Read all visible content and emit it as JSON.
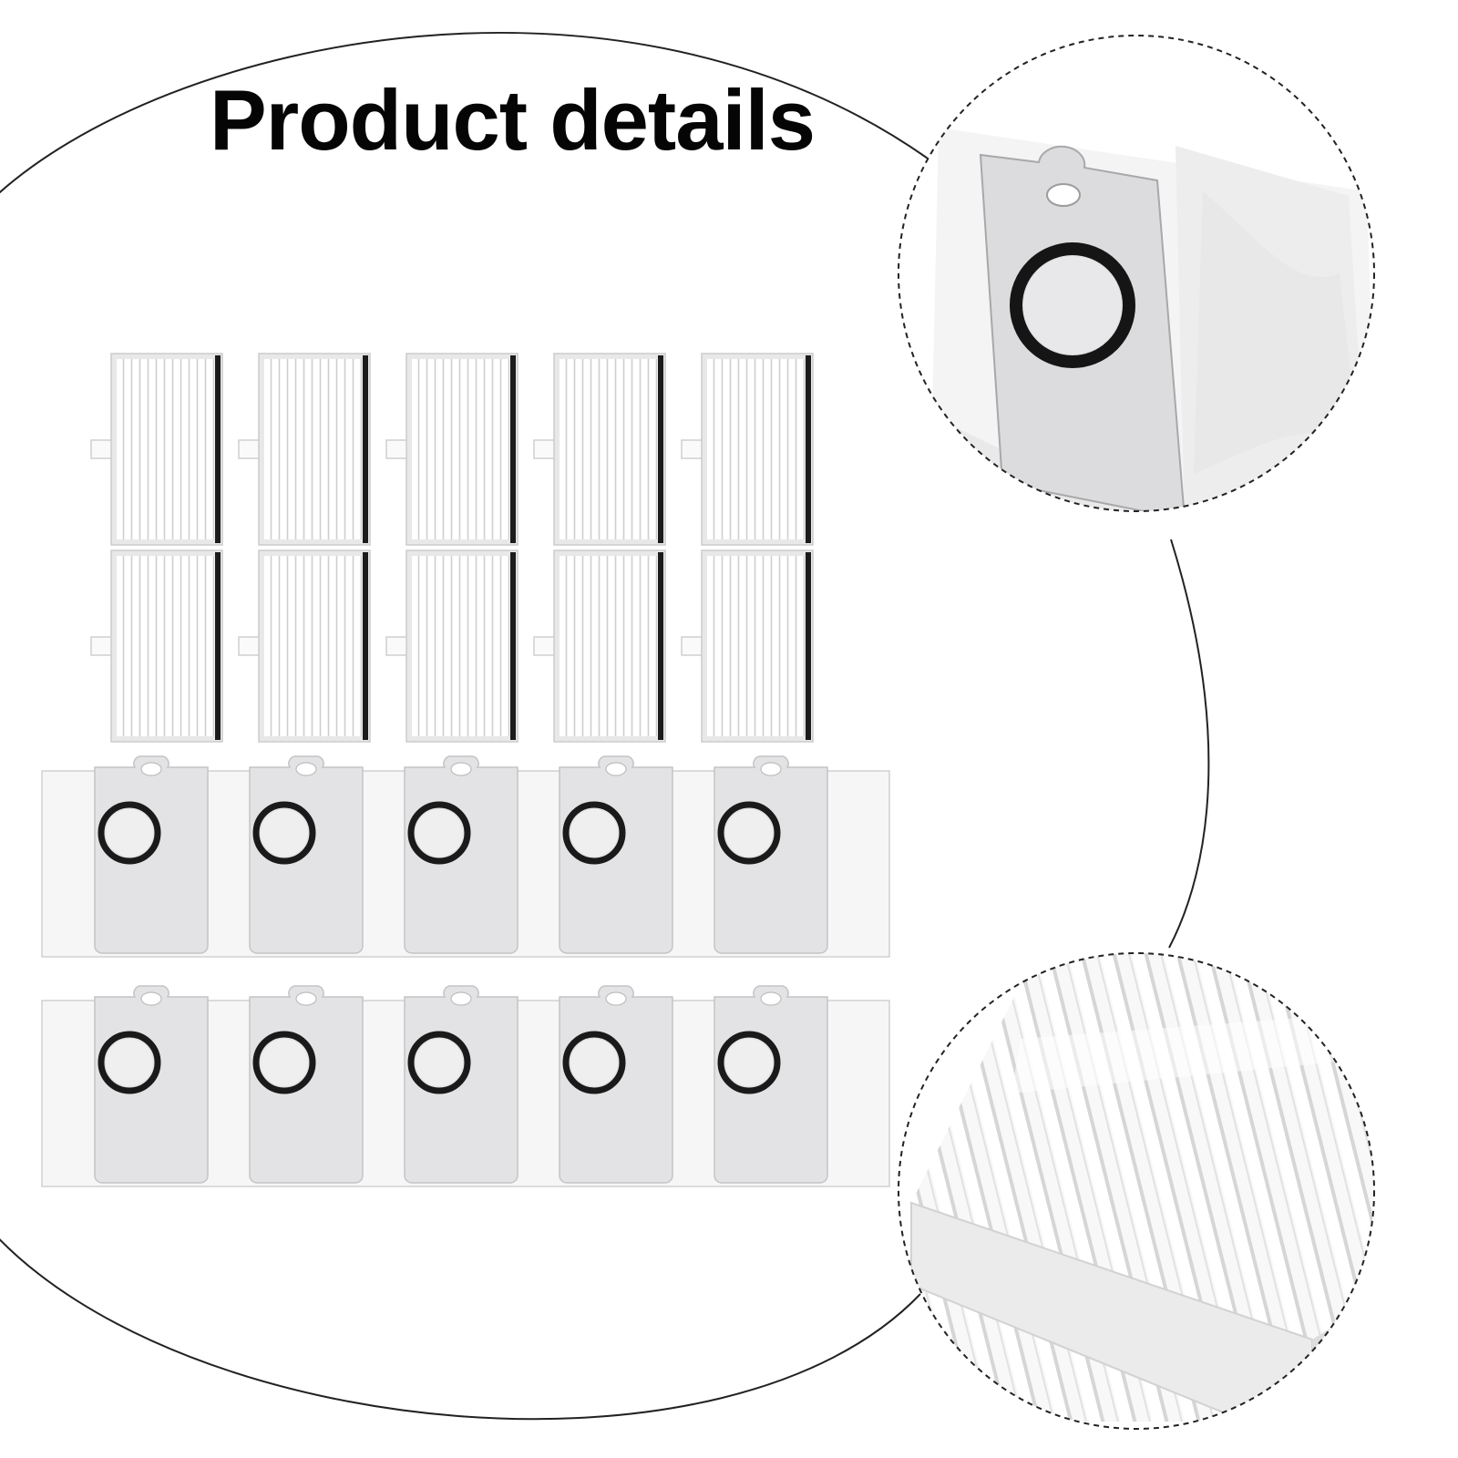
{
  "title": "Product details",
  "colors": {
    "background": "#ffffff",
    "outline": "#222222",
    "filter_pleat": "#ffffff",
    "filter_frame": "#dcdcdc",
    "filter_edge": "#1c1c1c",
    "bag_body": "#f6f6f6",
    "bag_card": "#e4e4e6",
    "bag_ring": "#1a1a1a"
  },
  "products": {
    "filters": {
      "rows": 2,
      "per_row": 5,
      "icon": "hepa-filter"
    },
    "bags": {
      "rows": 2,
      "per_row": 5,
      "icon": "dust-bag"
    }
  },
  "zoom_views": [
    {
      "name": "dust-bag-closeup",
      "subject": "dust-bag"
    },
    {
      "name": "filter-closeup",
      "subject": "hepa-filter"
    }
  ]
}
